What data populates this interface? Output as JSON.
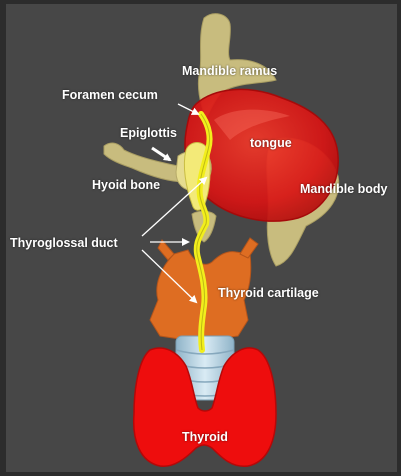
{
  "colors": {
    "background": "#474747",
    "frame": "#2c2c2c",
    "label": "#ffffff",
    "bone": "#c8bc7e",
    "tongue": "#e01616",
    "duct": "#f2ee1c",
    "cartilage": "#de6d22",
    "trachea": "#b9d4e3",
    "thyroid": "#ee0d0d"
  },
  "labels": {
    "mandible_ramus": "Mandible ramus",
    "foramen_cecum": "Foramen cecum",
    "epiglottis": "Epiglottis",
    "tongue": "tongue",
    "hyoid_bone": "Hyoid bone",
    "mandible_body": "Mandible body",
    "thyroglossal_duct": "Thyroglossal duct",
    "thyroid_cartilage": "Thyroid cartilage",
    "thyroid": "Thyroid"
  }
}
